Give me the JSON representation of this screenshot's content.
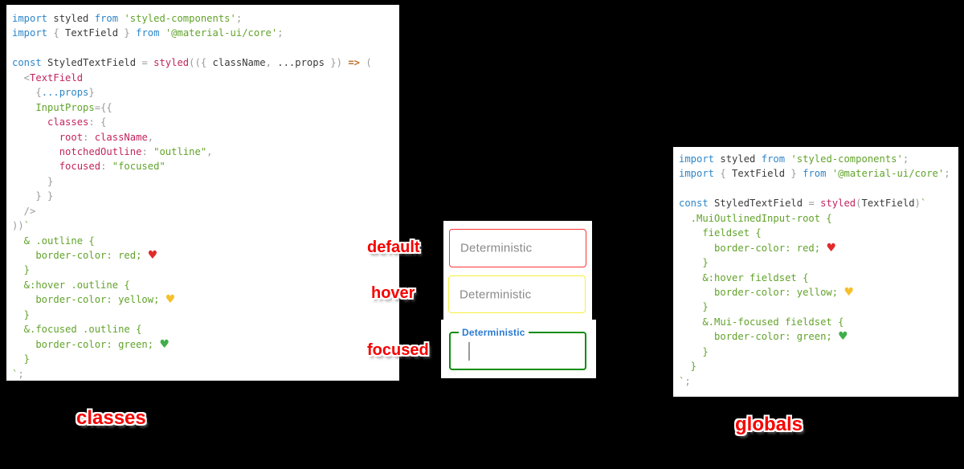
{
  "background_color": "#000000",
  "code_colors": {
    "keyword": "#2e86c8",
    "plain": "#3a3a3a",
    "punct": "#9b9b9b",
    "green": "#62a32b",
    "magenta": "#c2255e",
    "orange": "#bd6f2d",
    "heart_red": "#e12b2b",
    "heart_yellow": "#f5c02c",
    "heart_green": "#3fae49"
  },
  "captions": {
    "left": "classes",
    "right": "globals",
    "color": "#f70000"
  },
  "states": [
    {
      "id": "default",
      "label": "default",
      "placeholder": "Deterministic",
      "border_color": "#fb3535",
      "border_width": 1.5
    },
    {
      "id": "hover",
      "label": "hover",
      "placeholder": "Deterministic",
      "border_color": "#f7ef3c",
      "border_width": 1.5
    },
    {
      "id": "focused",
      "label": "focused",
      "float_label": "Deterministic",
      "border_color": "#0d8c0d",
      "border_width": 2,
      "float_label_color": "#2a7ad2",
      "has_caret": true
    }
  ],
  "left_code": {
    "lines": [
      [
        {
          "c": "kw",
          "t": "import"
        },
        {
          "c": "pl",
          "t": " styled "
        },
        {
          "c": "kw",
          "t": "from"
        },
        {
          "c": "pl",
          "t": " "
        },
        {
          "c": "gr",
          "t": "'styled-components'"
        },
        {
          "c": "pun",
          "t": ";"
        }
      ],
      [
        {
          "c": "kw",
          "t": "import"
        },
        {
          "c": "pun",
          "t": " { "
        },
        {
          "c": "pl",
          "t": "TextField"
        },
        {
          "c": "pun",
          "t": " } "
        },
        {
          "c": "kw",
          "t": "from"
        },
        {
          "c": "pl",
          "t": " "
        },
        {
          "c": "gr",
          "t": "'@material-ui/core'"
        },
        {
          "c": "pun",
          "t": ";"
        }
      ],
      [],
      [
        {
          "c": "kw",
          "t": "const"
        },
        {
          "c": "pl",
          "t": " StyledTextField "
        },
        {
          "c": "pun",
          "t": "= "
        },
        {
          "c": "mg",
          "t": "styled"
        },
        {
          "c": "pun",
          "t": "(({ "
        },
        {
          "c": "pl",
          "t": "className"
        },
        {
          "c": "pun",
          "t": ", "
        },
        {
          "c": "pl",
          "t": "...props"
        },
        {
          "c": "pun",
          "t": " }) "
        },
        {
          "c": "ar",
          "t": "=>"
        },
        {
          "c": "pun",
          "t": " ("
        }
      ],
      [
        {
          "c": "pun",
          "t": "  <"
        },
        {
          "c": "mg",
          "t": "TextField"
        }
      ],
      [
        {
          "c": "pun",
          "t": "    {"
        },
        {
          "c": "kw",
          "t": "...props"
        },
        {
          "c": "pun",
          "t": "}"
        }
      ],
      [
        {
          "c": "gr",
          "t": "    InputProps"
        },
        {
          "c": "pun",
          "t": "={{"
        }
      ],
      [
        {
          "c": "mg",
          "t": "      classes"
        },
        {
          "c": "pun",
          "t": ": {"
        }
      ],
      [
        {
          "c": "mg",
          "t": "        root"
        },
        {
          "c": "pun",
          "t": ": "
        },
        {
          "c": "mg",
          "t": "className"
        },
        {
          "c": "pun",
          "t": ","
        }
      ],
      [
        {
          "c": "mg",
          "t": "        notchedOutline"
        },
        {
          "c": "pun",
          "t": ": "
        },
        {
          "c": "gr",
          "t": "\"outline\""
        },
        {
          "c": "pun",
          "t": ","
        }
      ],
      [
        {
          "c": "mg",
          "t": "        focused"
        },
        {
          "c": "pun",
          "t": ": "
        },
        {
          "c": "gr",
          "t": "\"focused\""
        }
      ],
      [
        {
          "c": "pun",
          "t": "      }"
        }
      ],
      [
        {
          "c": "pun",
          "t": "    } }"
        }
      ],
      [
        {
          "c": "pun",
          "t": "  />"
        }
      ],
      [
        {
          "c": "pun",
          "t": "))"
        },
        {
          "c": "gr",
          "t": "`"
        }
      ],
      [
        {
          "c": "gr",
          "t": "  & .outline {"
        }
      ],
      [
        {
          "c": "gr",
          "t": "    border-color: red; "
        },
        {
          "c": "hr",
          "t": "♥"
        }
      ],
      [
        {
          "c": "gr",
          "t": "  }"
        }
      ],
      [
        {
          "c": "gr",
          "t": "  &:hover .outline {"
        }
      ],
      [
        {
          "c": "gr",
          "t": "    border-color: yellow; "
        },
        {
          "c": "hy",
          "t": "♥"
        }
      ],
      [
        {
          "c": "gr",
          "t": "  }"
        }
      ],
      [
        {
          "c": "gr",
          "t": "  &.focused .outline {"
        }
      ],
      [
        {
          "c": "gr",
          "t": "    border-color: green; "
        },
        {
          "c": "hg",
          "t": "♥"
        }
      ],
      [
        {
          "c": "gr",
          "t": "  }"
        }
      ],
      [
        {
          "c": "gr",
          "t": "`"
        },
        {
          "c": "pun",
          "t": ";"
        }
      ]
    ]
  },
  "right_code": {
    "lines": [
      [
        {
          "c": "kw",
          "t": "import"
        },
        {
          "c": "pl",
          "t": " styled "
        },
        {
          "c": "kw",
          "t": "from"
        },
        {
          "c": "pl",
          "t": " "
        },
        {
          "c": "gr",
          "t": "'styled-components'"
        },
        {
          "c": "pun",
          "t": ";"
        }
      ],
      [
        {
          "c": "kw",
          "t": "import"
        },
        {
          "c": "pun",
          "t": " { "
        },
        {
          "c": "pl",
          "t": "TextField"
        },
        {
          "c": "pun",
          "t": " } "
        },
        {
          "c": "kw",
          "t": "from"
        },
        {
          "c": "pl",
          "t": " "
        },
        {
          "c": "gr",
          "t": "'@material-ui/core'"
        },
        {
          "c": "pun",
          "t": ";"
        }
      ],
      [],
      [
        {
          "c": "kw",
          "t": "const"
        },
        {
          "c": "pl",
          "t": " StyledTextField "
        },
        {
          "c": "pun",
          "t": "= "
        },
        {
          "c": "mg",
          "t": "styled"
        },
        {
          "c": "pun",
          "t": "("
        },
        {
          "c": "pl",
          "t": "TextField"
        },
        {
          "c": "pun",
          "t": ")"
        },
        {
          "c": "gr",
          "t": "`"
        }
      ],
      [
        {
          "c": "gr",
          "t": "  .MuiOutlinedInput-root {"
        }
      ],
      [
        {
          "c": "gr",
          "t": "    fieldset {"
        }
      ],
      [
        {
          "c": "gr",
          "t": "      border-color: red; "
        },
        {
          "c": "hr",
          "t": "♥"
        }
      ],
      [
        {
          "c": "gr",
          "t": "    }"
        }
      ],
      [
        {
          "c": "gr",
          "t": "    &:hover fieldset {"
        }
      ],
      [
        {
          "c": "gr",
          "t": "      border-color: yellow; "
        },
        {
          "c": "hy",
          "t": "♥"
        }
      ],
      [
        {
          "c": "gr",
          "t": "    }"
        }
      ],
      [
        {
          "c": "gr",
          "t": "    &.Mui-focused fieldset {"
        }
      ],
      [
        {
          "c": "gr",
          "t": "      border-color: green; "
        },
        {
          "c": "hg",
          "t": "♥"
        }
      ],
      [
        {
          "c": "gr",
          "t": "    }"
        }
      ],
      [
        {
          "c": "gr",
          "t": "  }"
        }
      ],
      [
        {
          "c": "gr",
          "t": "`"
        },
        {
          "c": "pun",
          "t": ";"
        }
      ]
    ]
  }
}
